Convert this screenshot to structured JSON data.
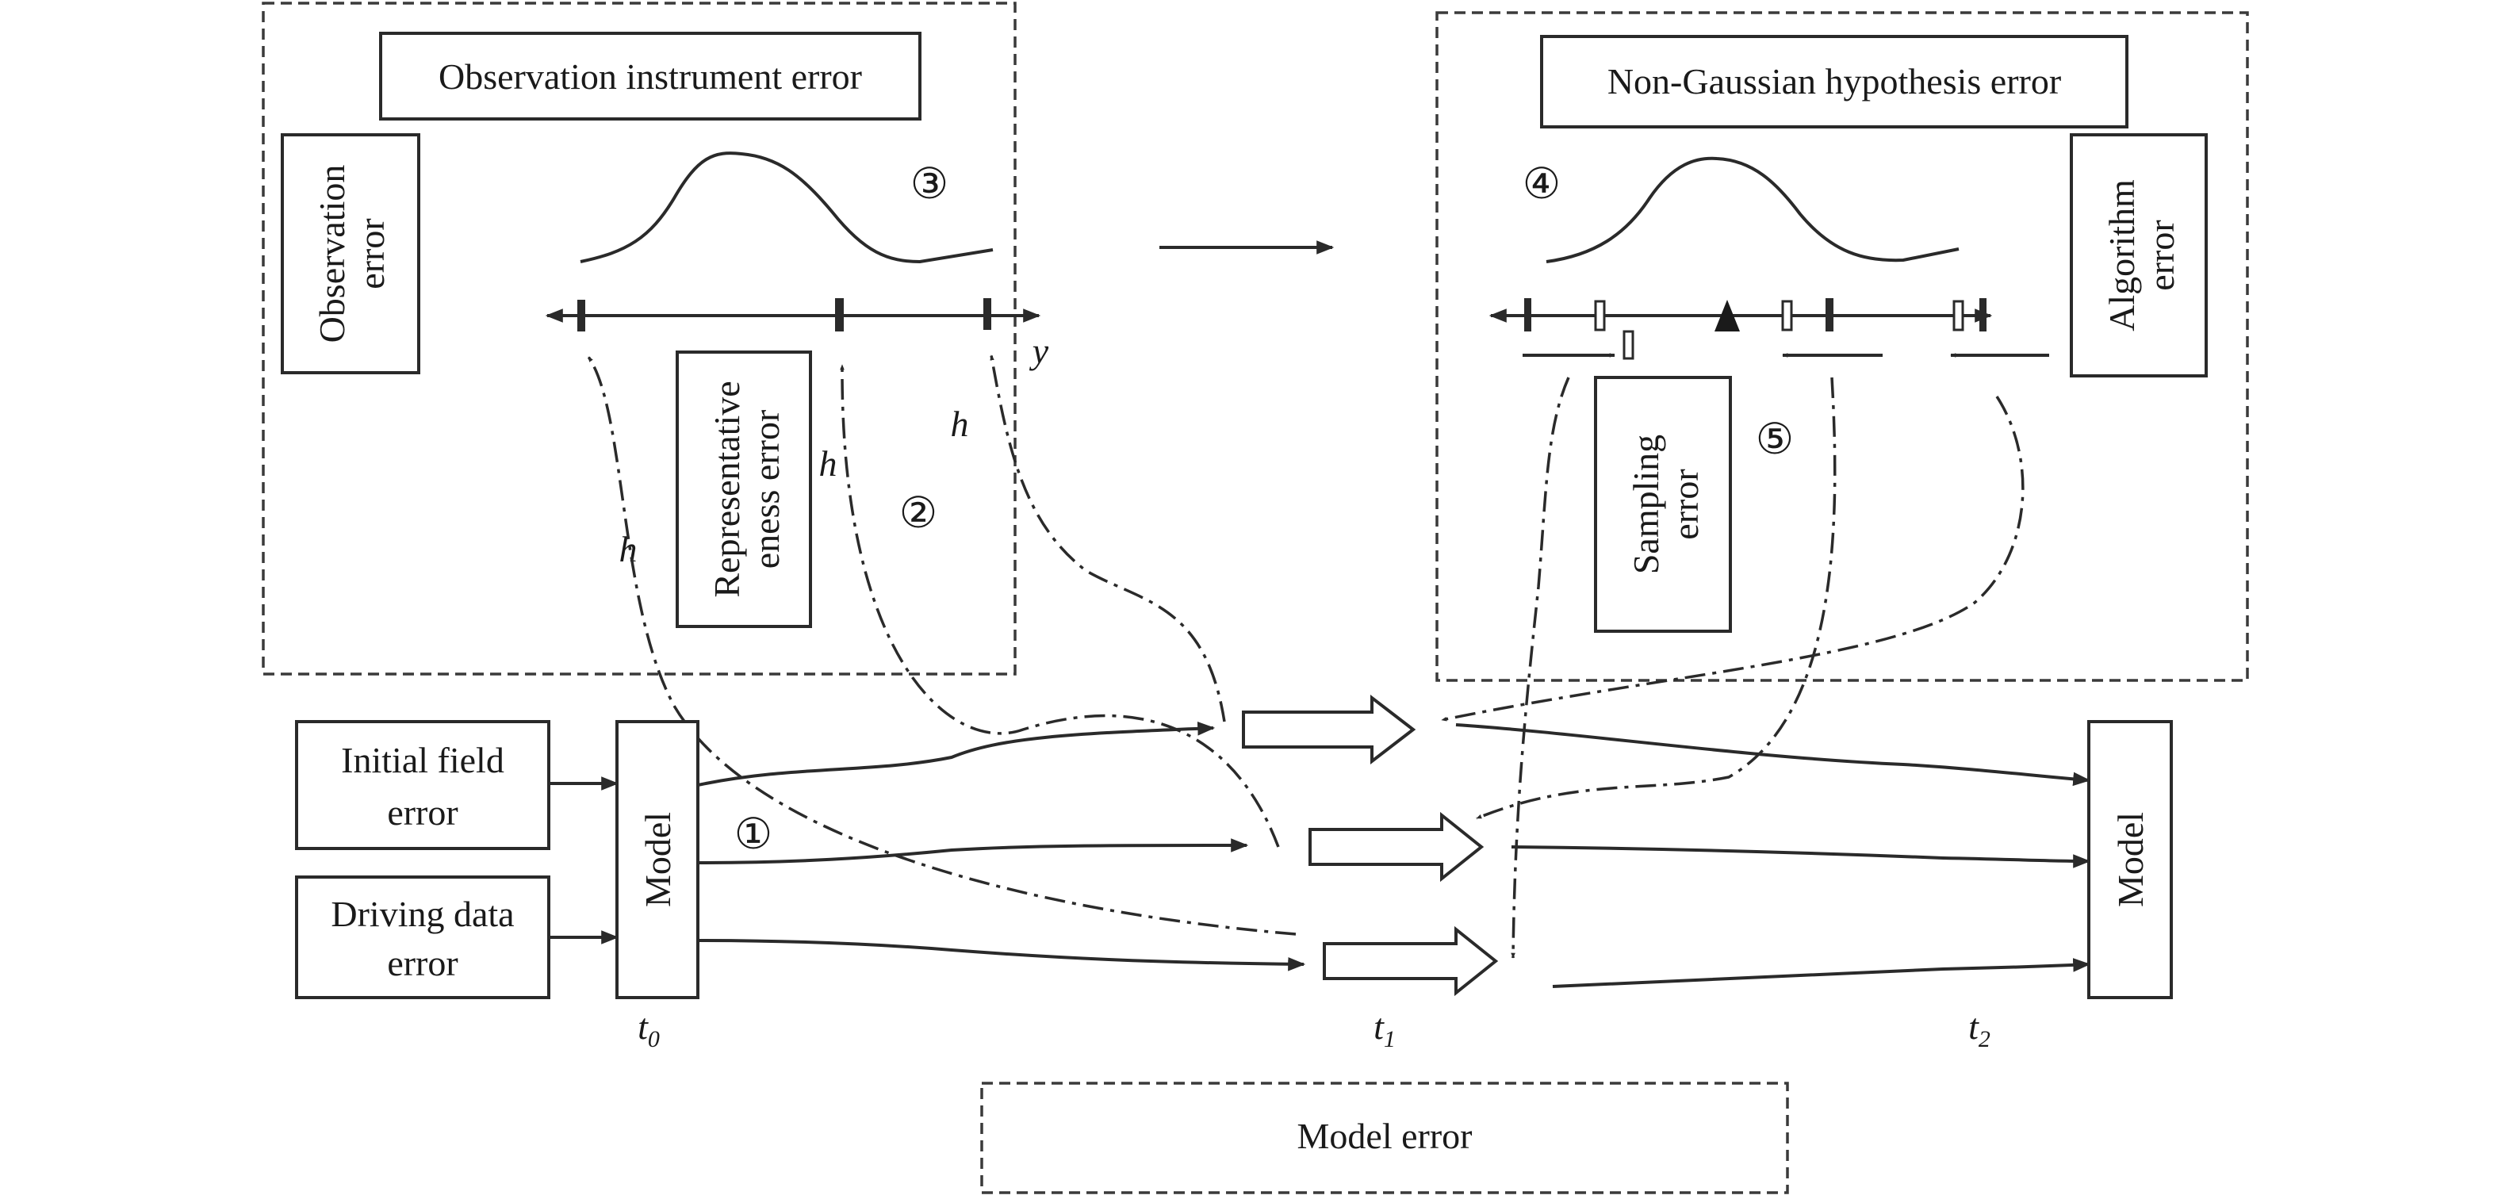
{
  "labels": {
    "observation_instrument_error": "Observation instrument error",
    "observation_error": [
      "Observation",
      "error"
    ],
    "representativeness_error": [
      "Representative",
      "eness error"
    ],
    "non_gaussian_error": "Non-Gaussian hypothesis error",
    "algorithm_error": [
      "Algorithm",
      "error"
    ],
    "sampling_error": [
      "Sampling",
      "error"
    ],
    "initial_field_error": [
      "Initial field",
      "error"
    ],
    "driving_data_error": [
      "Driving data",
      "error"
    ],
    "model_left": "Model",
    "model_right": "Model",
    "model_error": "Model error",
    "y_axis": "y",
    "h": "h",
    "t_prefix": "t",
    "t0_sub": "0",
    "t1_sub": "1",
    "t2_sub": "2"
  },
  "markers": {
    "m1": "①",
    "m2": "②",
    "m3": "③",
    "m4": "④",
    "m5": "⑤"
  }
}
